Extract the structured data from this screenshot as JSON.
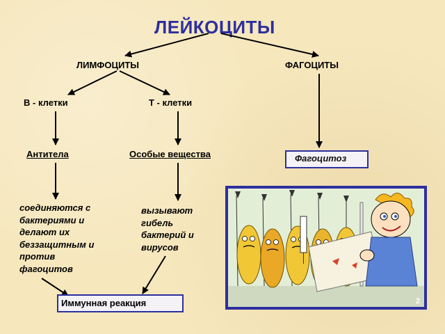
{
  "title": "ЛЕЙКОЦИТЫ",
  "branches": {
    "lymphocytes": "ЛИМФОЦИТЫ",
    "phagocytes": "ФАГОЦИТЫ"
  },
  "cells": {
    "b_cells": "В - клетки",
    "t_cells": "Т - клетки"
  },
  "products": {
    "antibodies": "Антитела",
    "special_substances": "Особые вещества",
    "phagocytosis": "Фагоцитоз"
  },
  "descriptions": {
    "antibodies_desc": "соединяются с бактериями и делают их беззащитным и против фагоцитов",
    "substances_desc": "вызывают гибель бактерий и вирусов"
  },
  "immune_reaction": "Иммунная реакция",
  "illustration": {
    "page_number": "2"
  },
  "colors": {
    "title": "#2d2f9e",
    "box_border": "#2d2f9e",
    "background": "#f6e7bd"
  }
}
